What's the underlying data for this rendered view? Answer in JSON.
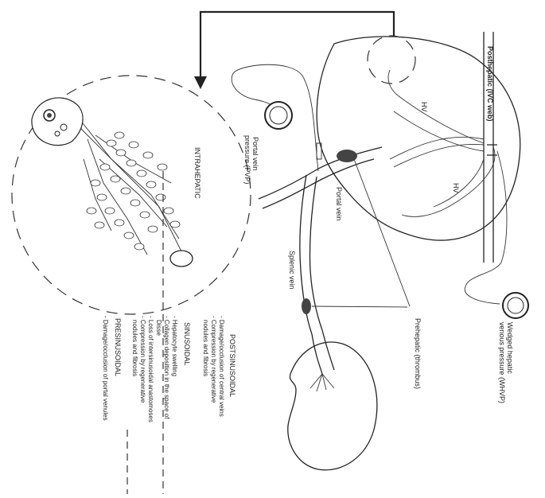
{
  "labels": {
    "posthepatic": "Posthepatic (IVC web)",
    "hv1": "HV",
    "hv2": "HV",
    "portal_vein_pressure_line1": "Portal vein",
    "portal_vein_pressure_line2": "pressure (PVP)",
    "wedged_line1": "Wedged hepatic",
    "wedged_line2": "venous pressure (WHVP)",
    "portal_vein": "Portal vein",
    "splenic_vein": "Splenic vein",
    "prehepatic": "Prehepatic (thrombus)",
    "intrahepatic": "INTRAHEPATIC"
  },
  "legend": {
    "postsinusoidal_title": "POSTSINUSOIDAL",
    "post_1": "- Damage/occlusion of central veins",
    "post_2a": "- Compression by regenerative",
    "post_2b": "nodules and fibrosis",
    "sinusoidal_title": "SINUSOIDAL",
    "sin_1": "- Hepatocyte swelling",
    "sin_2a": "- Collagen deposition in the space of",
    "sin_2b": "Disse",
    "sin_3": "- Loss of intersinusoidal anastomoses",
    "sin_4a": "- Compression by regenerative",
    "sin_4b": "nodules and fibrosis",
    "presinusoidal_title": "PRESINUSOIDAL",
    "pre_1": "- Damage/occlusion of portal venules"
  }
}
